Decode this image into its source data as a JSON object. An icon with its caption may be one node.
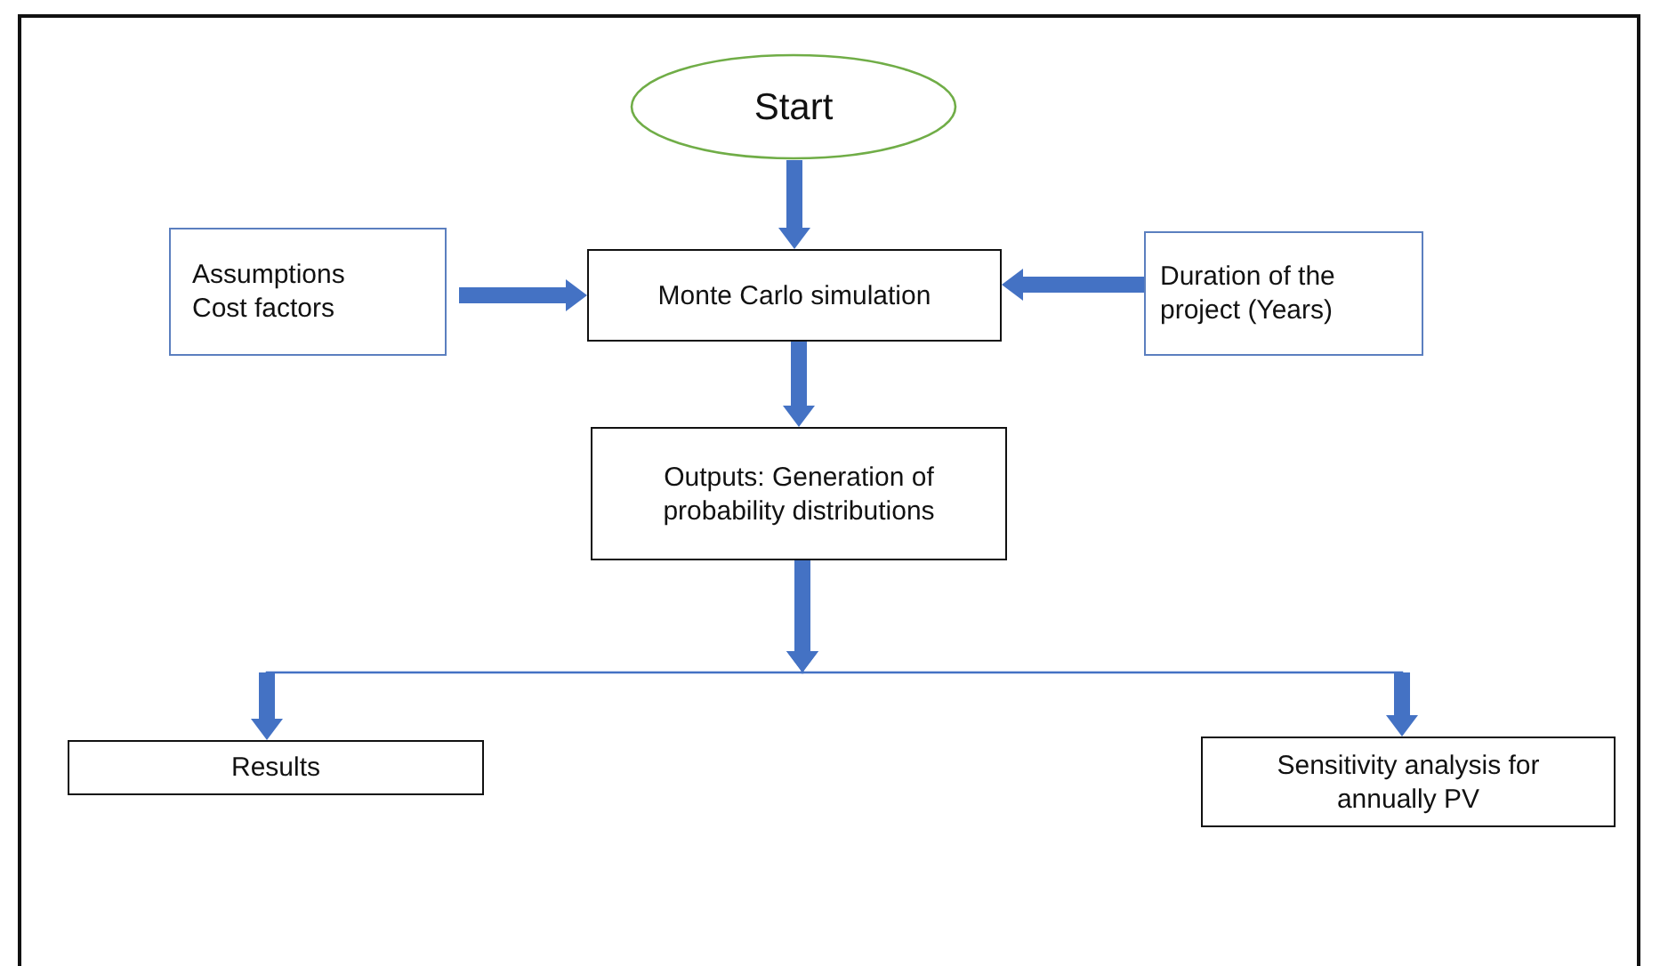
{
  "diagram": {
    "nodes": [
      {
        "text": [
          "Start"
        ]
      },
      {
        "text": [
          "Assumptions Cost factors"
        ]
      },
      {
        "text": [
          "Monte Carlo simulation"
        ]
      },
      {
        "text": [
          "Duration of the project (Years)"
        ]
      },
      {
        "text": [
          "Outputs: Generation of probability distributions"
        ]
      },
      {
        "text": [
          "Results"
        ]
      },
      {
        "text": [
          "Sensitivity analysis for annually PV"
        ]
      }
    ],
    "edges": [
      {
        "from": 0,
        "to": 2,
        "arrow": "to"
      },
      {
        "from": 1,
        "to": 2,
        "arrow": "to"
      },
      {
        "from": 3,
        "to": 2,
        "arrow": "to"
      },
      {
        "from": 2,
        "to": 4,
        "arrow": "to"
      },
      {
        "from": 4,
        "to": 5,
        "arrow": "to"
      },
      {
        "from": 4,
        "to": 6,
        "arrow": "to"
      }
    ]
  }
}
